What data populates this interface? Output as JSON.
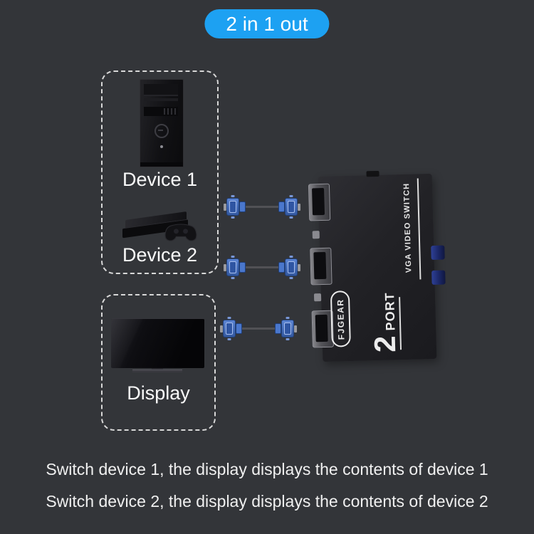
{
  "colors": {
    "background": "#333539",
    "badge_blue": "#1da1f2",
    "text_white": "#f0f0f0",
    "connector_blue": "#3e6dc2",
    "switch_body": "#222226",
    "button_navy": "#1b2766",
    "dashed_border": "#d8d8d8"
  },
  "badge": {
    "label": "2 in 1 out"
  },
  "sources": {
    "device1_label": "Device 1",
    "device2_label": "Device 2"
  },
  "display": {
    "label": "Display"
  },
  "switch_device": {
    "brand": "FJGEAR",
    "port_count": "2",
    "port_label": "PORT",
    "type_label": "VGA VIDEO SWITCH"
  },
  "captions": [
    "Switch device 1, the display displays the contents of device 1",
    "Switch device 2, the display displays the contents of device 2"
  ],
  "icons": {
    "device1": "desktop-tower-icon",
    "device2": "game-console-icon",
    "display_device": "tv-icon",
    "cable_plug": "vga-plug-icon",
    "switch_port": "vga-port-icon"
  }
}
